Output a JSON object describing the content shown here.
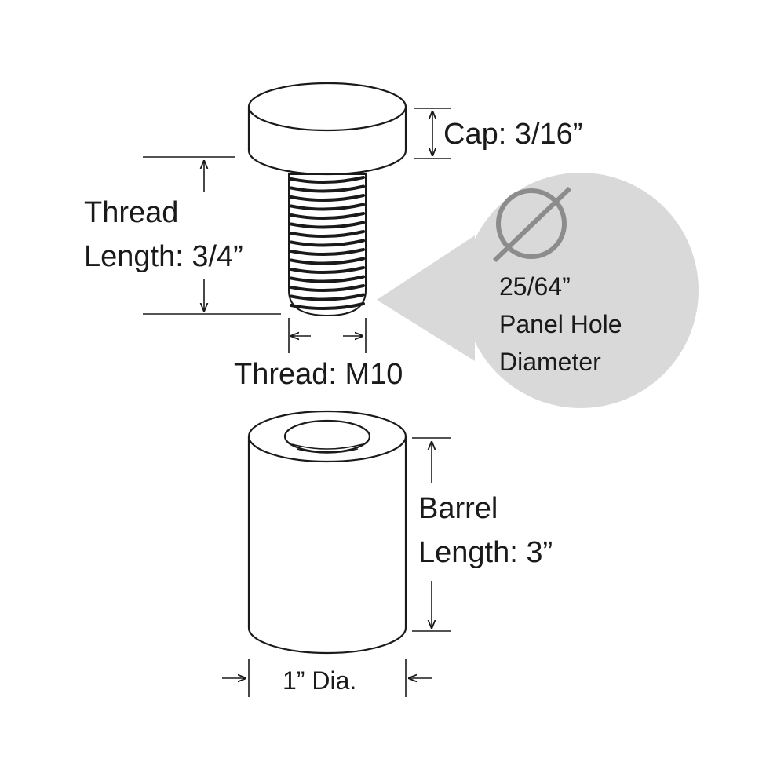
{
  "labels": {
    "cap": "Cap: 3/16”",
    "thread_length_line1": "Thread",
    "thread_length_line2": "Length: 3/4”",
    "thread_size": "Thread: M10",
    "hole_size": "25/64”",
    "hole_line2": "Panel Hole",
    "hole_line3": "Diameter",
    "barrel_line1": "Barrel",
    "barrel_line2": "Length: 3”",
    "diameter": "1” Dia."
  },
  "icons": [
    "diameter-symbol-icon"
  ],
  "colors": {
    "stroke": "#1a1a1a",
    "callout_fill": "#d9d9d9",
    "diameter_symbol": "#8c8c8c",
    "part_fill": "#ffffff"
  }
}
